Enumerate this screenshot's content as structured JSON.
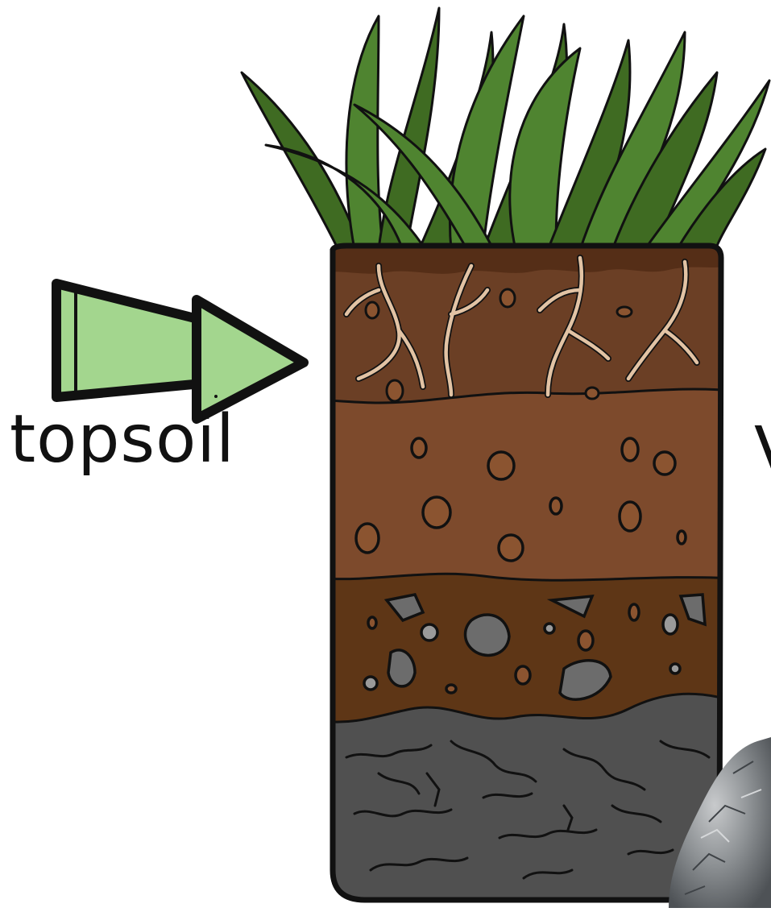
{
  "labels": {
    "layer_label": "topsoil",
    "edge_fragment": "V"
  },
  "colors": {
    "arrow_fill": "#a3d68e",
    "outline": "#111111",
    "grass_dark": "#3f6b22",
    "grass_mid": "#4f8430",
    "topsoil": "#6b3f25",
    "subsoil": "#7d4a2c",
    "gravel_layer": "#5e3616",
    "bedrock": "#505050",
    "root": "#e2c3a4",
    "stone_brown": "#8b5430",
    "stone_grey": "#6c6c6c",
    "stone_light": "#9a9a9a"
  },
  "icons": {
    "arrow": "double-arrow-right-icon",
    "soil_core": "soil-profile-column",
    "rock": "rock-photo"
  }
}
